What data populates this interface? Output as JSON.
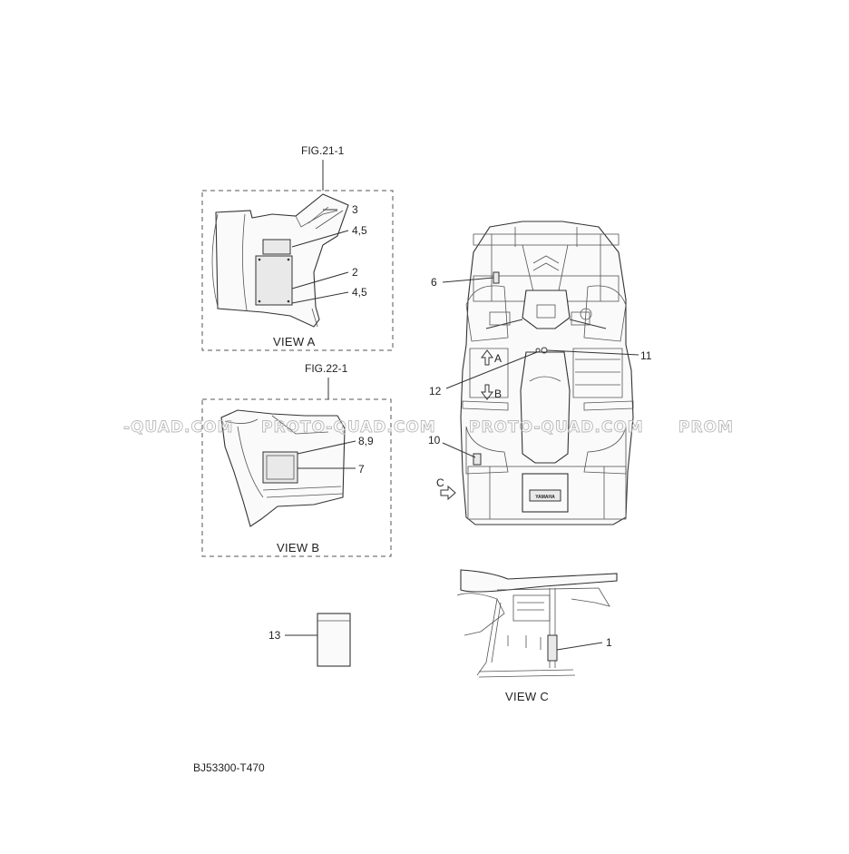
{
  "figure_refs": {
    "view_a_ref": "FIG.21-1",
    "view_b_ref": "FIG.22-1"
  },
  "captions": {
    "view_a": "VIEW A",
    "view_b": "VIEW B",
    "view_c": "VIEW C"
  },
  "view_a_callouts": {
    "c3": "3",
    "c45_top": "4,5",
    "c2": "2",
    "c45_bottom": "4,5"
  },
  "view_b_callouts": {
    "c89": "8,9",
    "c7": "7"
  },
  "top_view_callouts": {
    "c6": "6",
    "c11": "11",
    "c12": "12",
    "c10": "10",
    "view_a_arrow": "A",
    "view_b_arrow": "B",
    "view_c_arrow": "C"
  },
  "view_c_callouts": {
    "c1": "1"
  },
  "loose_part_callouts": {
    "c13": "13"
  },
  "brand_plate": "YAMAHA",
  "drawing_code": "BJ53300-T470",
  "watermark": {
    "segments": [
      "-QUAD.COM",
      "PROTO-QUAD.COM",
      "PROTO-QUAD.COM",
      "PROM"
    ]
  }
}
